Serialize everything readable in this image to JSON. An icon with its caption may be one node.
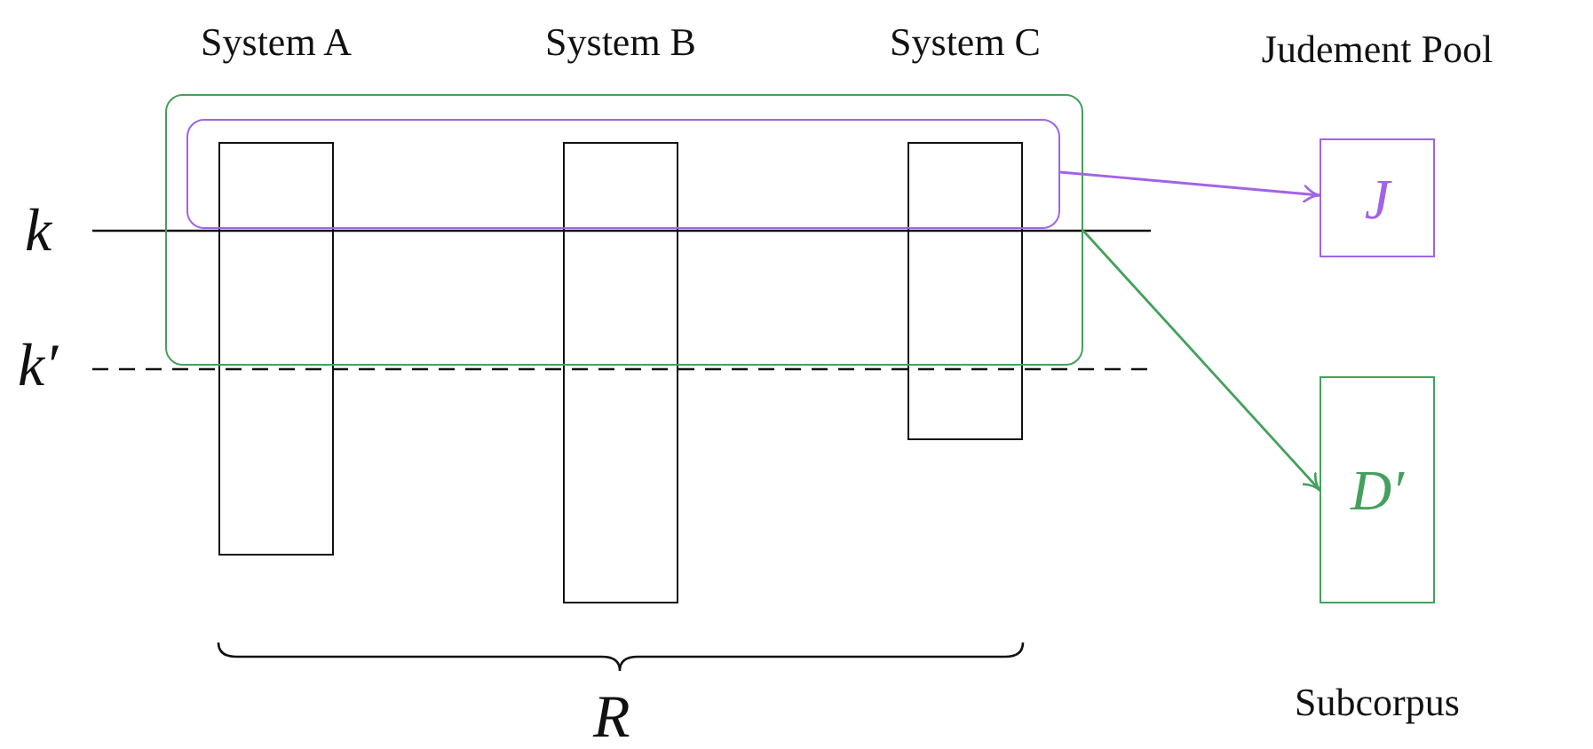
{
  "diagram": {
    "nodes": [
      {
        "text": [
          "System A"
        ]
      },
      {
        "text": [
          "System B"
        ]
      },
      {
        "text": [
          "System C"
        ]
      },
      {
        "text": [],
        "shape": "box"
      },
      {
        "text": [],
        "shape": "box",
        "in": 3
      },
      {
        "text": [
          "Judement Pool",
          "J"
        ]
      },
      {
        "text": [
          "D′",
          "Subcorpus"
        ]
      }
    ],
    "edges": [
      {
        "from": 4,
        "to": 5,
        "arrow": "to",
        "color": "#a064e6"
      },
      {
        "from": 3,
        "to": 6,
        "arrow": "to",
        "color": "#45a05c"
      }
    ],
    "labels": [
      "k",
      "k′",
      "R"
    ]
  }
}
